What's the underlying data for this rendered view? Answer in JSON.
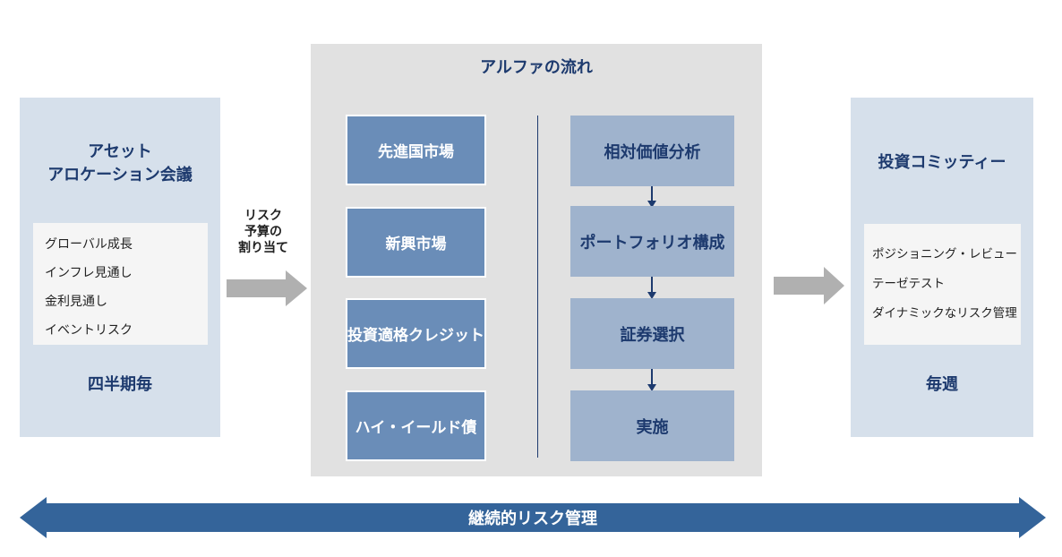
{
  "left_panel": {
    "title_line1": "アセット",
    "title_line2": "アロケーション会議",
    "items": [
      "グローバル成長",
      "インフレ見通し",
      "金利見通し",
      "イベントリスク"
    ],
    "frequency": "四半期毎"
  },
  "risk_budget": {
    "line1": "リスク",
    "line2": "予算の",
    "line3": "割り当て"
  },
  "center_panel": {
    "title": "アルファの流れ",
    "markets": [
      "先進国市場",
      "新興市場",
      "投資適格クレジット",
      "ハイ・イールド債"
    ],
    "process": [
      "相対価値分析",
      "ポートフォリオ構成",
      "証券選択",
      "実施"
    ]
  },
  "right_panel": {
    "title": "投資コミッティー",
    "items": [
      "ポジショニング・レビュー",
      "テーゼテスト",
      "ダイナミックなリスク管理"
    ],
    "frequency": "毎週"
  },
  "bottom": {
    "label": "継続的リスク管理"
  },
  "colors": {
    "panel_bg": "#d6e0eb",
    "center_bg": "#e1e1e1",
    "market_box": "#6a8db8",
    "process_box": "#9fb3cd",
    "navy": "#1d3a6e",
    "band": "#34649a",
    "gray_arrow": "#b0b0b0"
  }
}
